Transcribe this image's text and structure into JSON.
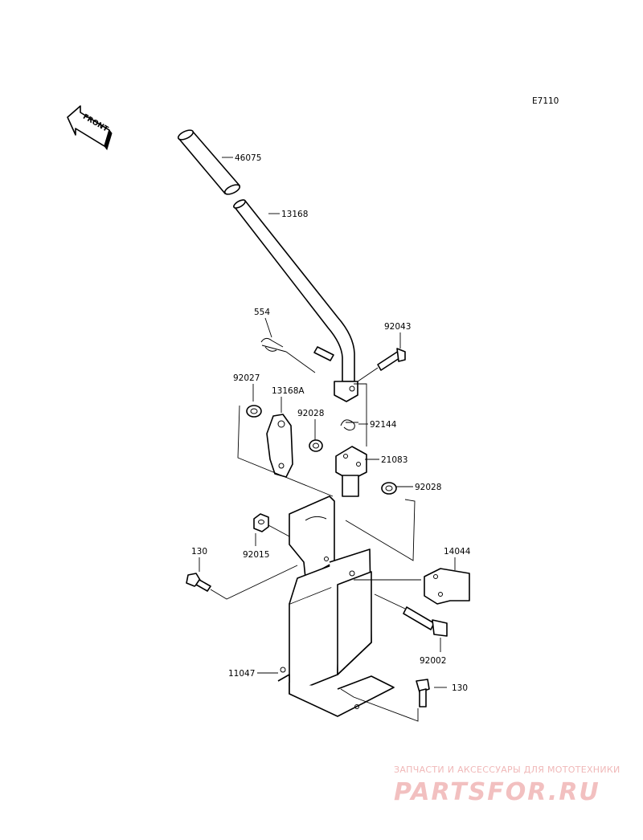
{
  "diagram_code": "E7110",
  "front_arrow_label": "FRONT",
  "parts": {
    "p46075": "46075",
    "p13168": "13168",
    "p554": "554",
    "p92043": "92043",
    "p92027": "92027",
    "p13168A": "13168A",
    "p92028a": "92028",
    "p92144": "92144",
    "p21083": "21083",
    "p92028b": "92028",
    "p130a": "130",
    "p92015": "92015",
    "p14044": "14044",
    "p92002": "92002",
    "p11047": "11047",
    "p130b": "130"
  },
  "watermark": {
    "caption": "ЗАПЧАСТИ И АКСЕССУАРЫ ДЛЯ МОТОТЕХНИКИ",
    "brand": "PARTSFOR.RU"
  }
}
